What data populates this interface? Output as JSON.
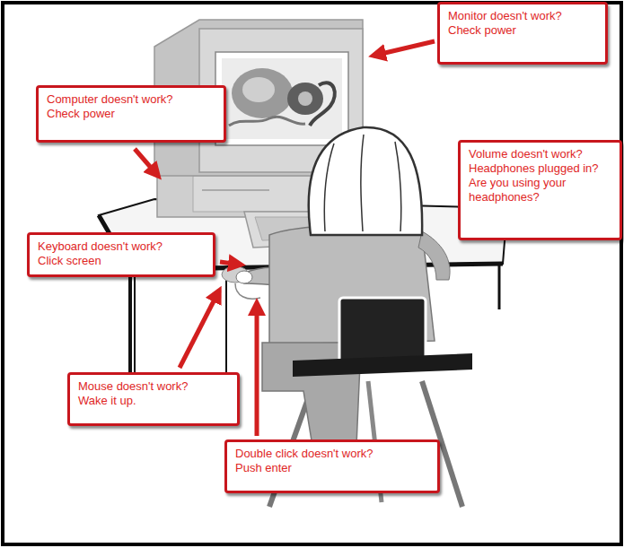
{
  "diagram": {
    "nodes": [
      {
        "text": [
          "Monitor doesn't work?",
          "Check power"
        ]
      },
      {
        "text": [
          "Computer doesn't work?",
          "Check power"
        ]
      },
      {
        "text": [
          "Volume doesn't work?",
          "Headphones plugged in? Are you using your headphones?"
        ]
      },
      {
        "text": [
          "Keyboard doesn't work?",
          "Click screen"
        ]
      },
      {
        "text": [
          "Mouse doesn't work?",
          "Wake it up."
        ]
      },
      {
        "text": [
          "Double click doesn't work?",
          "Push enter"
        ]
      }
    ]
  }
}
